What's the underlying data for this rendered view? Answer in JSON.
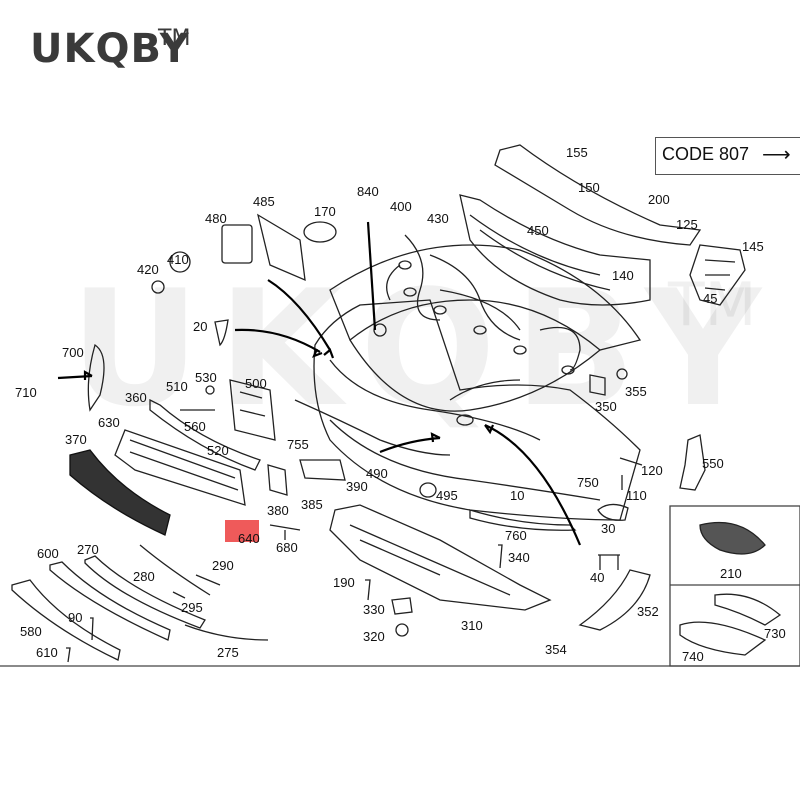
{
  "brand": {
    "name": "UKQBY",
    "tm": "TM"
  },
  "watermark": {
    "text": "UKQBY",
    "tm": "TM"
  },
  "code_note": {
    "label": "CODE 807",
    "arrow": "⟶"
  },
  "colors": {
    "highlight": "#ef5a5a",
    "line": "#222222",
    "watermark": "#000000"
  },
  "part_labels": {
    "p840": "840",
    "p155": "155",
    "p150": "150",
    "p200": "200",
    "p125": "125",
    "p145": "145",
    "p485": "485",
    "p170": "170",
    "p400": "400",
    "p430": "430",
    "p450": "450",
    "p480": "480",
    "p410": "410",
    "p420": "420",
    "p140": "140",
    "p45": "45",
    "p20": "20",
    "p700": "700",
    "p710": "710",
    "p510": "510",
    "p530": "530",
    "p500": "500",
    "p360": "360",
    "p355": "355",
    "p350": "350",
    "p630": "630",
    "p560": "560",
    "p370": "370",
    "p520": "520",
    "p755": "755",
    "p120": "120",
    "p550": "550",
    "p490": "490",
    "p390": "390",
    "p750": "750",
    "p110": "110",
    "p495": "495",
    "p380": "380",
    "p385": "385",
    "p10": "10",
    "p640": "640",
    "p680": "680",
    "p760": "760",
    "p30": "30",
    "p600": "600",
    "p270": "270",
    "p340": "340",
    "p210": "210",
    "p280": "280",
    "p290": "290",
    "p190": "190",
    "p40": "40",
    "p295": "295",
    "p330": "330",
    "p352": "352",
    "p580": "580",
    "p90": "90",
    "p310": "310",
    "p730": "730",
    "p320": "320",
    "p275": "275",
    "p354": "354",
    "p610": "610",
    "p740": "740"
  }
}
